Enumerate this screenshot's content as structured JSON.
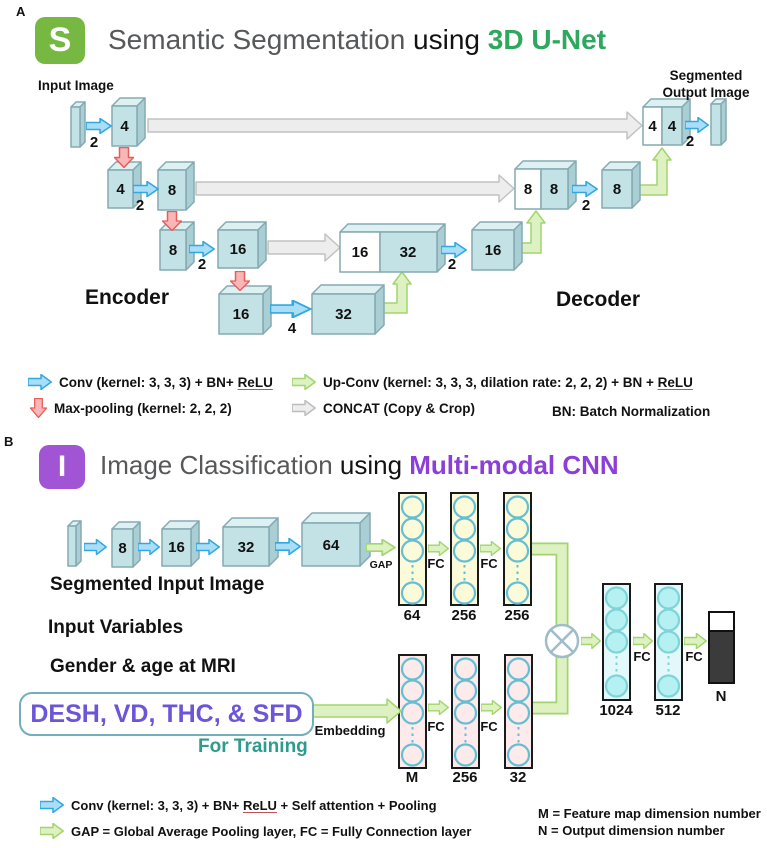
{
  "panel_a": {
    "label": "A",
    "icon": "S",
    "title": {
      "part1": "Semantic Segmentation",
      "part2": " using ",
      "accent": "3D U-Net"
    },
    "input_image": "Input Image",
    "output_line1": "Segmented",
    "output_line2": "Output Image",
    "encoder": "Encoder",
    "decoder": "Decoder",
    "colors": {
      "icon": "#77b843",
      "accent": "#2ea85f",
      "box_face": "#c3e2e6",
      "conv_arrow": "#aadef8",
      "pool_arrow": "#f9b6b6",
      "upconv_arrow": "#ddf1c2",
      "concat_arrow": "#ededed"
    },
    "boxes": {
      "enc1": "4",
      "enc2a": "4",
      "enc2b": "8",
      "enc3a": "8",
      "enc3b": "16",
      "enc4a": "16",
      "enc4b": "32",
      "cat3a": "16",
      "cat3b": "32",
      "dec3": "16",
      "cat2a": "8",
      "cat2b": "8",
      "dec2": "8",
      "cat1a": "4",
      "cat1b": "4"
    },
    "strides": {
      "s1": "2",
      "s2": "2",
      "s3": "2",
      "s4": "4",
      "d3": "2",
      "d2": "2",
      "d1": "2"
    },
    "legend": {
      "conv": {
        "pre": "Conv (kernel: 3, 3, 3) + BN+ ",
        "relu": "ReLU",
        "post": ""
      },
      "maxpool": "Max-pooling (kernel: 2, 2, 2)",
      "upconv": {
        "pre": "Up-Conv (kernel: 3, 3, 3, dilation rate: 2, 2, 2) + BN + ",
        "relu": "ReLU",
        "post": ""
      },
      "concat": "CONCAT (Copy & Crop)",
      "bn_note": "BN: Batch Normalization"
    }
  },
  "panel_b": {
    "label": "B",
    "icon": "I",
    "title": {
      "part1": "Image Classification",
      "part2": " using ",
      "accent": "Multi-modal CNN"
    },
    "segmented_input": "Segmented Input Image",
    "input_variables": "Input Variables",
    "gender_age": "Gender & age at MRI",
    "desh": "DESH, VD, THC, & SFD",
    "for_training": "For Training",
    "embedding": "Embedding",
    "gap": "GAP",
    "fc": "FC",
    "colors": {
      "icon": "#a155d4",
      "accent": "#8b3fd8",
      "desh_text": "#6b55d8",
      "for_training": "#2d9b8e",
      "img_col": "#fbfbda",
      "var_col": "#fdeaea",
      "fused_col": "#e3f8fa"
    },
    "cnn_boxes": {
      "b1": "8",
      "b2": "16",
      "b3": "32",
      "b4": "64"
    },
    "img_cols": {
      "c1": "64",
      "c2": "256",
      "c3": "256"
    },
    "var_cols": {
      "c1": "M",
      "c2": "256",
      "c3": "32"
    },
    "fused_cols": {
      "c1": "1024",
      "c2": "512"
    },
    "output_n": "N",
    "legend": {
      "conv": {
        "pre": "Conv (kernel: 3, 3, 3) + BN+ ",
        "relu": "ReLU",
        "post": " + Self attention + Pooling"
      },
      "gapfc": "GAP = Global Average Pooling layer, FC = Fully Connection layer",
      "m_note": "M = Feature map dimension number",
      "n_note": "N = Output dimension number"
    }
  }
}
